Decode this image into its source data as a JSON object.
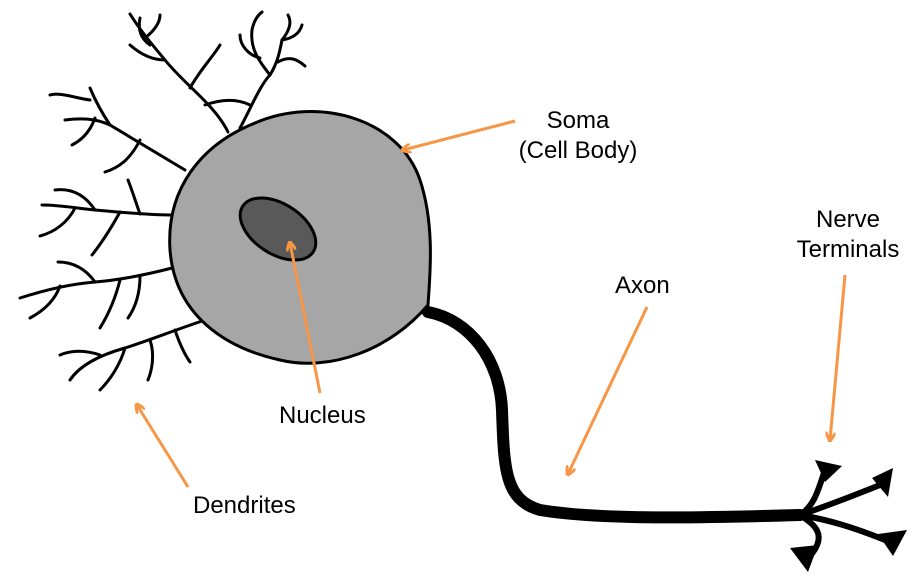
{
  "labels": {
    "soma_line1": "Soma",
    "soma_line2": "(Cell Body)",
    "nucleus": "Nucleus",
    "axon": "Axon",
    "nerve_line1": "Nerve",
    "nerve_line2": "Terminals",
    "dendrites": "Dendrites"
  },
  "colors": {
    "arrow": "#f79646",
    "soma_fill": "#a6a6a6",
    "nucleus_fill": "#595959",
    "outline": "#000000",
    "background": "#ffffff"
  }
}
